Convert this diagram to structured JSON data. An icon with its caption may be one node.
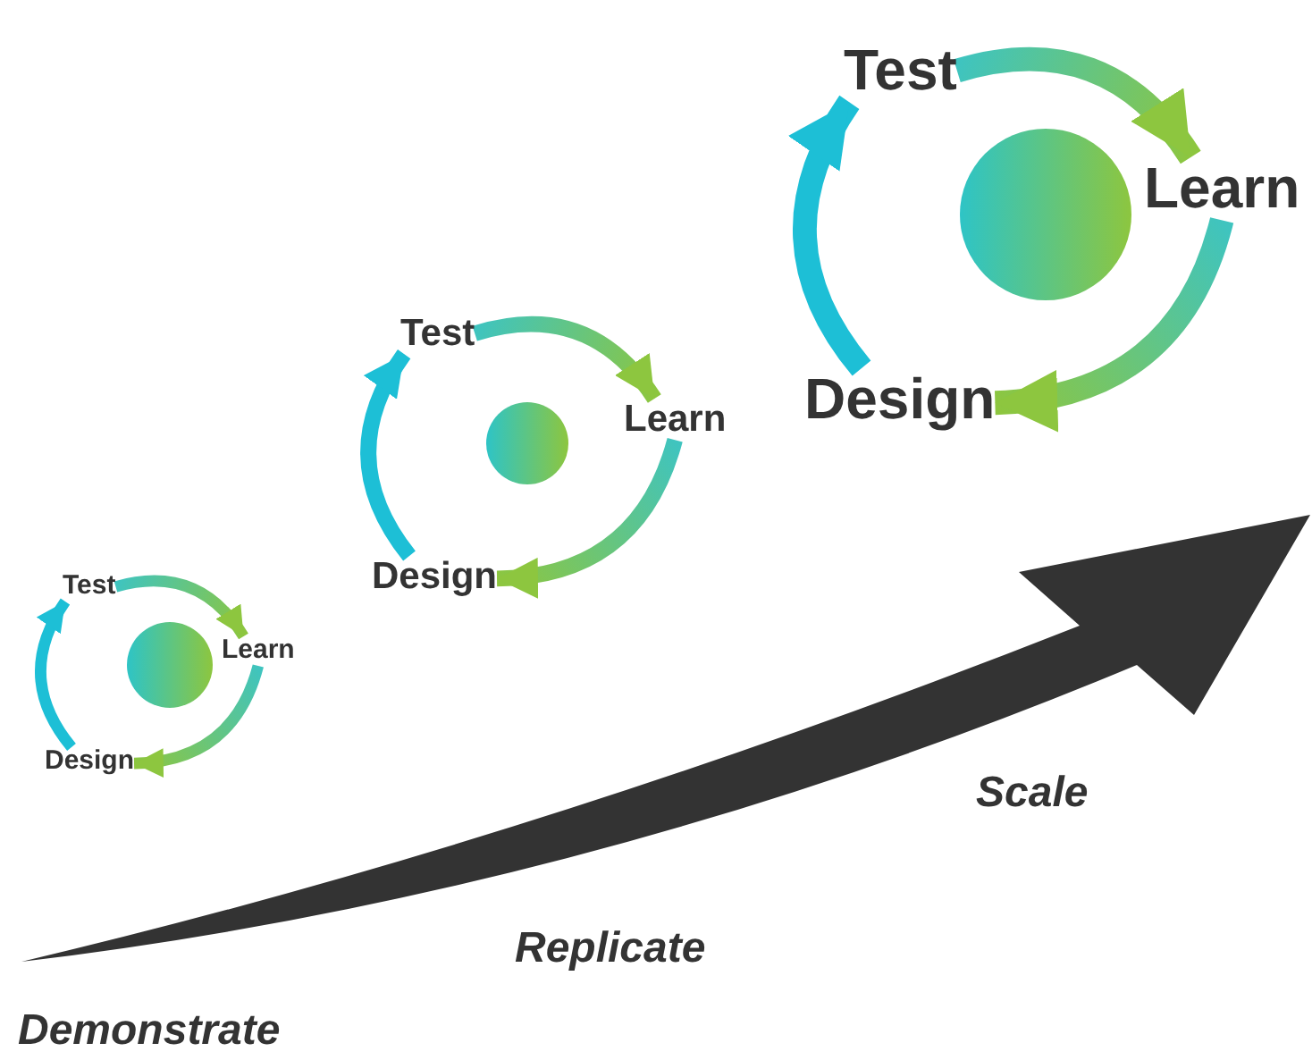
{
  "diagram": {
    "nodes": [
      {
        "text": [
          "Test"
        ]
      },
      {
        "text": [
          "Learn"
        ]
      },
      {
        "text": [
          "Design"
        ]
      },
      {
        "text": [
          "Test"
        ]
      },
      {
        "text": [
          "Learn"
        ]
      },
      {
        "text": [
          "Design"
        ]
      },
      {
        "text": [
          "Test"
        ]
      },
      {
        "text": [
          "Learn"
        ]
      },
      {
        "text": [
          "Design"
        ]
      },
      {
        "text": [],
        "shape": "circle"
      },
      {
        "text": [],
        "shape": "circle"
      },
      {
        "text": [],
        "shape": "circle"
      }
    ],
    "edges": [
      {
        "from": 2,
        "to": 0,
        "arrow": "to",
        "color": "#1dbfd6"
      },
      {
        "from": 0,
        "to": 1,
        "arrow": "to"
      },
      {
        "from": 1,
        "to": 2,
        "arrow": "to"
      },
      {
        "from": 5,
        "to": 3,
        "arrow": "to",
        "color": "#1dbfd6"
      },
      {
        "from": 3,
        "to": 4,
        "arrow": "to"
      },
      {
        "from": 4,
        "to": 5,
        "arrow": "to"
      },
      {
        "from": 8,
        "to": 6,
        "arrow": "to",
        "color": "#1dbfd6"
      },
      {
        "from": 6,
        "to": 7,
        "arrow": "to"
      },
      {
        "from": 7,
        "to": 8,
        "arrow": "to"
      }
    ],
    "labels": [
      "Scale",
      "Replicate",
      "Demonstrate"
    ]
  }
}
